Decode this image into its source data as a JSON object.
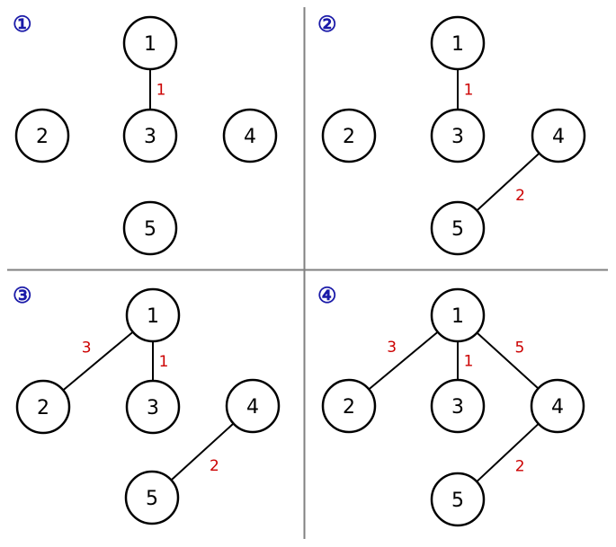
{
  "colors": {
    "node_stroke": "#000000",
    "edge": "#000000",
    "weight": "#cc0000",
    "step_label": "#1a1aa8",
    "divider": "#808080",
    "background": "#ffffff"
  },
  "panels": [
    {
      "step_label": "①",
      "nodes": [
        "1",
        "2",
        "3",
        "4",
        "5"
      ],
      "edges": [
        {
          "from": "1",
          "to": "3",
          "weight": "1"
        }
      ]
    },
    {
      "step_label": "②",
      "nodes": [
        "1",
        "2",
        "3",
        "4",
        "5"
      ],
      "edges": [
        {
          "from": "1",
          "to": "3",
          "weight": "1"
        },
        {
          "from": "4",
          "to": "5",
          "weight": "2"
        }
      ]
    },
    {
      "step_label": "③",
      "nodes": [
        "1",
        "2",
        "3",
        "4",
        "5"
      ],
      "edges": [
        {
          "from": "1",
          "to": "2",
          "weight": "3"
        },
        {
          "from": "1",
          "to": "3",
          "weight": "1"
        },
        {
          "from": "4",
          "to": "5",
          "weight": "2"
        }
      ]
    },
    {
      "step_label": "④",
      "nodes": [
        "1",
        "2",
        "3",
        "4",
        "5"
      ],
      "edges": [
        {
          "from": "1",
          "to": "2",
          "weight": "3"
        },
        {
          "from": "1",
          "to": "3",
          "weight": "1"
        },
        {
          "from": "1",
          "to": "4",
          "weight": "5"
        },
        {
          "from": "4",
          "to": "5",
          "weight": "2"
        }
      ]
    }
  ]
}
